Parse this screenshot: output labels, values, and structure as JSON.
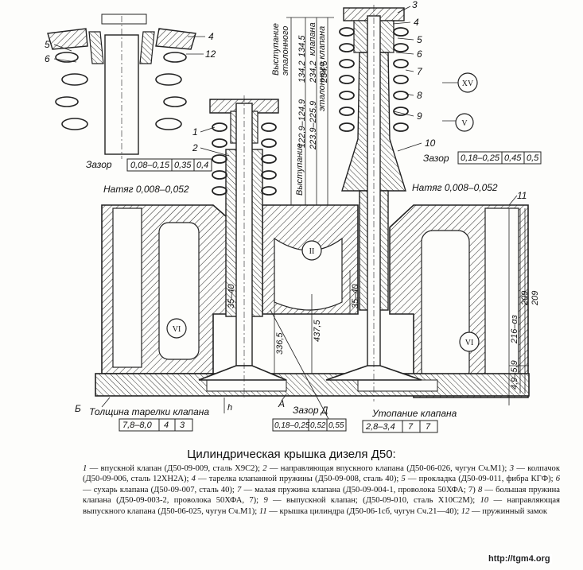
{
  "title": "Цилиндрическая крышка дизеля Д50:",
  "callouts": [
    "1",
    "2",
    "3",
    "4",
    "5",
    "6",
    "7",
    "8",
    "9",
    "10",
    "11",
    "12",
    "Б",
    "А"
  ],
  "roman_marks": [
    "XV",
    "V",
    "II",
    "VI",
    "VI"
  ],
  "labels": {
    "zazor_left": "Зазор",
    "natyag_left": "Натяг 0,008–0,052",
    "zazor_right": "Зазор",
    "natyag_right": "Натяг 0,008–0,052",
    "tolshchina": "Толщина тарелки клапана",
    "zazor_d": "Зазор Д",
    "utopanie": "Утопание клапана",
    "vystupanie_1": "Выступание",
    "vystupanie_2": "эталонного",
    "vystupanie_3": "клапана",
    "vystupanie_b1": "Выступание",
    "vystupanie_b2": "эталонного клапана"
  },
  "dims": {
    "d3540a": "35–40",
    "d3365": "336,5",
    "d4375": "437,5",
    "d3540b": "35–40",
    "v1": "122,9–124,9",
    "v2": "134,2",
    "v3": "134,5",
    "v4": "223,9–225,9",
    "v5": "234,2",
    "v6": "234,5",
    "r1": "216–αз",
    "r2": "209",
    "r3": "209",
    "r4": "4,9–5,9",
    "h": "h"
  },
  "boxes": {
    "zazor_left": [
      "0,08–0,15",
      "0,35",
      "0,4"
    ],
    "zazor_right": [
      "0,18–0,25",
      "0,45",
      "0,5"
    ],
    "tolshchina": [
      "7,8–8,0",
      "4",
      "3"
    ],
    "zazor_d": [
      "0,18–0,25",
      "0,52",
      "0,55"
    ],
    "utopanie": [
      "2,8–3,4",
      "7",
      "7"
    ]
  },
  "legend": [
    {
      "n": "1",
      "t": " — впускной клапан (Д50-09-009, сталь Х9С2); "
    },
    {
      "n": "2",
      "t": " — направляющая впускного клапана (Д50-06-026, чугун Сч.М1); "
    },
    {
      "n": "3",
      "t": " — колпачок (Д50-09-006, сталь 12ХН2А); "
    },
    {
      "n": "4",
      "t": " — тарелка клапанной пружины (Д50-09-008, сталь 40); "
    },
    {
      "n": "5",
      "t": " — прокладка (Д50-09-011, фибра КГФ); "
    },
    {
      "n": "6",
      "t": " — сухарь клапана (Д50-09-007, сталь 40); "
    },
    {
      "n": "7",
      "t": " — малая пружина клапана (Д50-09-004-1, проволока 50ХФА; 7) "
    },
    {
      "n": "8",
      "t": " — большая пружина клапана (Д50-09-003-2, проволока 50ХФА, 7); "
    },
    {
      "n": "9",
      "t": " — выпускной клапан; (Д50-09-010, сталь Х10С2М); "
    },
    {
      "n": "10",
      "t": " — направляющая выпускного клапана (Д50-06-025, чугун Сч.М1); "
    },
    {
      "n": "11",
      "t": " — крышка цилиндра (Д50-06-1сб, чугун Сч.21—40); "
    },
    {
      "n": "12",
      "t": " — пружинный замок"
    }
  ],
  "watermark": "http://tgm4.org"
}
